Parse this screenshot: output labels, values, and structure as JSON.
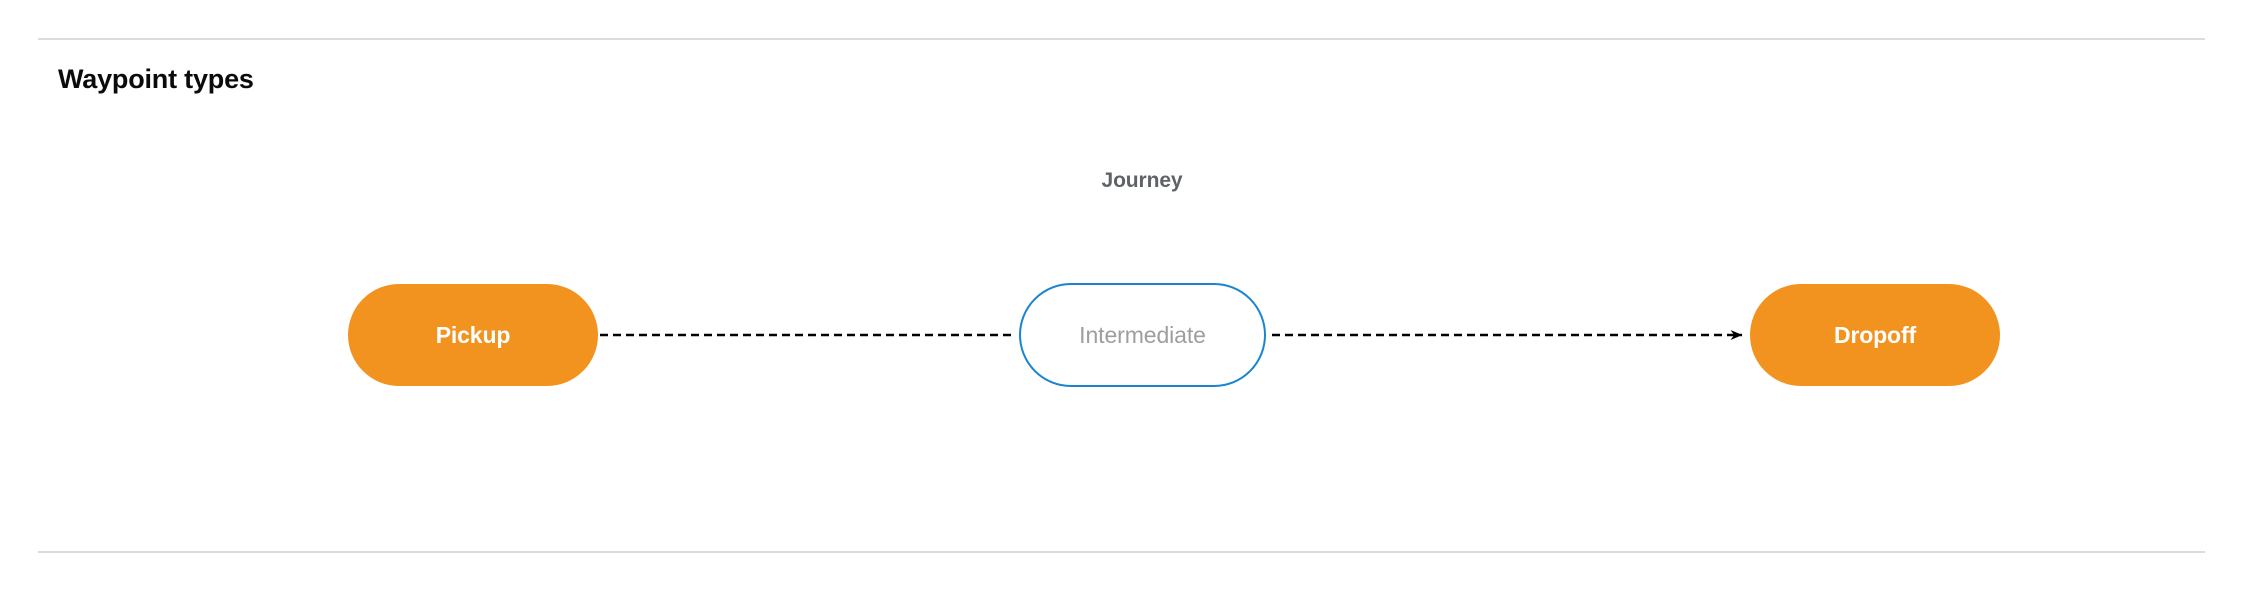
{
  "page": {
    "title": "Waypoint types",
    "background_color": "#ffffff"
  },
  "diagram": {
    "cluster_label": "Journey",
    "colors": {
      "terminal_fill": "#f2921f",
      "terminal_text": "#ffffff",
      "intermediate_border": "#1a84d0",
      "intermediate_fill": "#ffffff",
      "intermediate_text": "#9e9e9e",
      "edge": "#000000",
      "cluster_label_text": "#5f6368",
      "divider": "#dadce0",
      "title_text": "#0b0b0b"
    },
    "nodes": [
      {
        "id": "pickup",
        "label": "Pickup",
        "type": "terminal"
      },
      {
        "id": "intermediate",
        "label": "Intermediate",
        "type": "intermediate"
      },
      {
        "id": "dropoff",
        "label": "Dropoff",
        "type": "terminal"
      }
    ],
    "edges": [
      {
        "from": "pickup",
        "to": "intermediate",
        "style": "dashed",
        "arrowhead": false
      },
      {
        "from": "intermediate",
        "to": "dropoff",
        "style": "dashed",
        "arrowhead": true
      }
    ]
  }
}
